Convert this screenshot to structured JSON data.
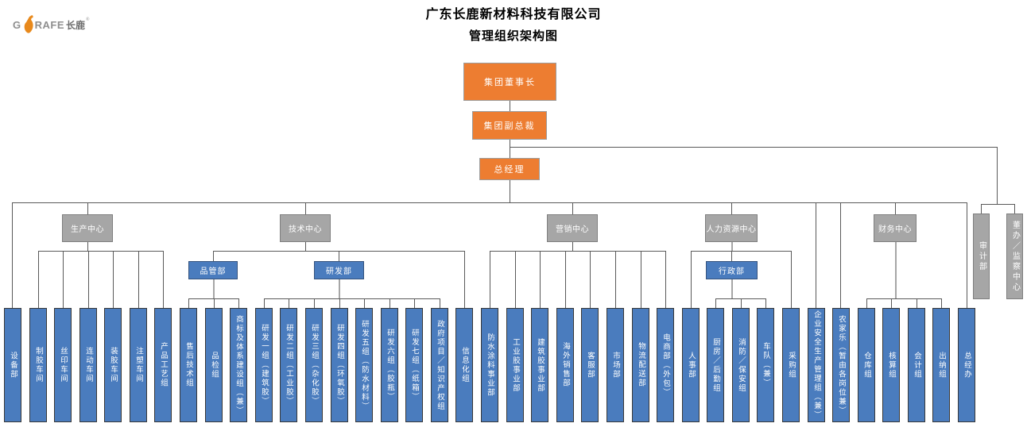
{
  "page": {
    "title_line1": "广东长鹿新材料科技有限公司",
    "title_line2": "管理组织架构图"
  },
  "logo": {
    "brand_prefix": "G",
    "brand_suffix": "RAFE",
    "brand_cn": "长鹿",
    "registered": "®"
  },
  "colors": {
    "executive": "#ed7d31",
    "center": "#a6a6a6",
    "department": "#4a7cbe",
    "connector": "#595959",
    "logo_orange": "#e8891c"
  },
  "executives": [
    {
      "id": "group-chairman",
      "label": "集团董事长"
    },
    {
      "id": "group-vice-president",
      "label": "集团副总裁",
      "reports_to": "group-chairman"
    },
    {
      "id": "general-manager",
      "label": "总经理",
      "reports_to": "group-vice-president"
    }
  ],
  "staff_offices": [
    {
      "id": "audit-dept",
      "label": "审计部",
      "reports_to": "group-vice-president"
    },
    {
      "id": "board-office-supervision-center",
      "label": "董办／监察中心",
      "reports_to": "group-vice-president"
    }
  ],
  "centers": [
    {
      "id": "production-center",
      "label": "生产中心",
      "reports_to": "general-manager"
    },
    {
      "id": "technology-center",
      "label": "技术中心",
      "reports_to": "general-manager"
    },
    {
      "id": "marketing-center",
      "label": "营销中心",
      "reports_to": "general-manager"
    },
    {
      "id": "hr-center",
      "label": "人力资源中心",
      "reports_to": "general-manager"
    },
    {
      "id": "finance-center",
      "label": "财务中心",
      "reports_to": "general-manager"
    }
  ],
  "departments": [
    {
      "id": "quality-dept",
      "label": "品管部",
      "reports_to": "technology-center"
    },
    {
      "id": "rnd-dept",
      "label": "研发部",
      "reports_to": "technology-center"
    },
    {
      "id": "admin-dept",
      "label": "行政部",
      "reports_to": "hr-center"
    }
  ],
  "units": [
    {
      "id": "equipment-dept",
      "label": "设备部",
      "reports_to": "general-manager"
    },
    {
      "id": "glue-making-workshop",
      "label": "制胶车间",
      "reports_to": "production-center"
    },
    {
      "id": "screen-printing-workshop",
      "label": "丝印车间",
      "reports_to": "production-center"
    },
    {
      "id": "linkage-workshop",
      "label": "连动车间",
      "reports_to": "production-center"
    },
    {
      "id": "glue-filling-workshop",
      "label": "装胶车间",
      "reports_to": "production-center"
    },
    {
      "id": "injection-molding-workshop",
      "label": "注塑车间",
      "reports_to": "production-center"
    },
    {
      "id": "product-process-group",
      "label": "产品工艺组",
      "reports_to": "production-center"
    },
    {
      "id": "after-sales-tech-group",
      "label": "售后技术组",
      "reports_to": "quality-dept"
    },
    {
      "id": "quality-inspection-group",
      "label": "品检组",
      "reports_to": "quality-dept"
    },
    {
      "id": "trademark-system-group",
      "label": "商标及体系建设组（兼）",
      "reports_to": "quality-dept"
    },
    {
      "id": "rnd-group-1",
      "label": "研发一组（建筑胶）",
      "reports_to": "rnd-dept"
    },
    {
      "id": "rnd-group-2",
      "label": "研发二组（工业胶）",
      "reports_to": "rnd-dept"
    },
    {
      "id": "rnd-group-3",
      "label": "研发三组（杂化胶）",
      "reports_to": "rnd-dept"
    },
    {
      "id": "rnd-group-4",
      "label": "研发四组（环氧胶）",
      "reports_to": "rnd-dept"
    },
    {
      "id": "rnd-group-5",
      "label": "研发五组（防水材料）",
      "reports_to": "rnd-dept"
    },
    {
      "id": "rnd-group-6",
      "label": "研发六组（胶瓶）",
      "reports_to": "rnd-dept"
    },
    {
      "id": "rnd-group-7",
      "label": "研发七组（纸箱）",
      "reports_to": "rnd-dept"
    },
    {
      "id": "gov-project-ip-group",
      "label": "政府项目／知识产权组",
      "reports_to": "rnd-dept"
    },
    {
      "id": "informatization-group",
      "label": "信息化组",
      "reports_to": "technology-center"
    },
    {
      "id": "waterproof-coating-division",
      "label": "防水涂料事业部",
      "reports_to": "marketing-center"
    },
    {
      "id": "industrial-adhesive-division",
      "label": "工业胶事业部",
      "reports_to": "marketing-center"
    },
    {
      "id": "construction-adhesive-division",
      "label": "建筑胶事业部",
      "reports_to": "marketing-center"
    },
    {
      "id": "overseas-sales-dept",
      "label": "海外销售部",
      "reports_to": "marketing-center"
    },
    {
      "id": "customer-service-dept",
      "label": "客服部",
      "reports_to": "marketing-center"
    },
    {
      "id": "market-dept",
      "label": "市场部",
      "reports_to": "marketing-center"
    },
    {
      "id": "logistics-distribution-dept",
      "label": "物流配送部",
      "reports_to": "marketing-center"
    },
    {
      "id": "ecommerce-dept",
      "label": "电商部（外包）",
      "reports_to": "marketing-center"
    },
    {
      "id": "personnel-dept",
      "label": "人事部",
      "reports_to": "hr-center"
    },
    {
      "id": "kitchen-logistics-group",
      "label": "厨房／后勤组",
      "reports_to": "admin-dept"
    },
    {
      "id": "fire-security-group",
      "label": "消防／保安组",
      "reports_to": "admin-dept"
    },
    {
      "id": "motorcade-group",
      "label": "车队（兼）",
      "reports_to": "admin-dept"
    },
    {
      "id": "purchasing-group",
      "label": "采购组",
      "reports_to": "hr-center"
    },
    {
      "id": "enterprise-safety-group",
      "label": "企业安全生产管理组（兼）",
      "reports_to": "general-manager"
    },
    {
      "id": "farmstay-group",
      "label": "农家乐（暂由各岗位兼）",
      "reports_to": "general-manager"
    },
    {
      "id": "warehouse-group",
      "label": "仓库组",
      "reports_to": "finance-center"
    },
    {
      "id": "costing-group",
      "label": "核算组",
      "reports_to": "finance-center"
    },
    {
      "id": "accounting-group",
      "label": "会计组",
      "reports_to": "finance-center"
    },
    {
      "id": "cashier-group",
      "label": "出纳组",
      "reports_to": "finance-center"
    },
    {
      "id": "gm-office",
      "label": "总经办",
      "reports_to": "general-manager"
    }
  ]
}
